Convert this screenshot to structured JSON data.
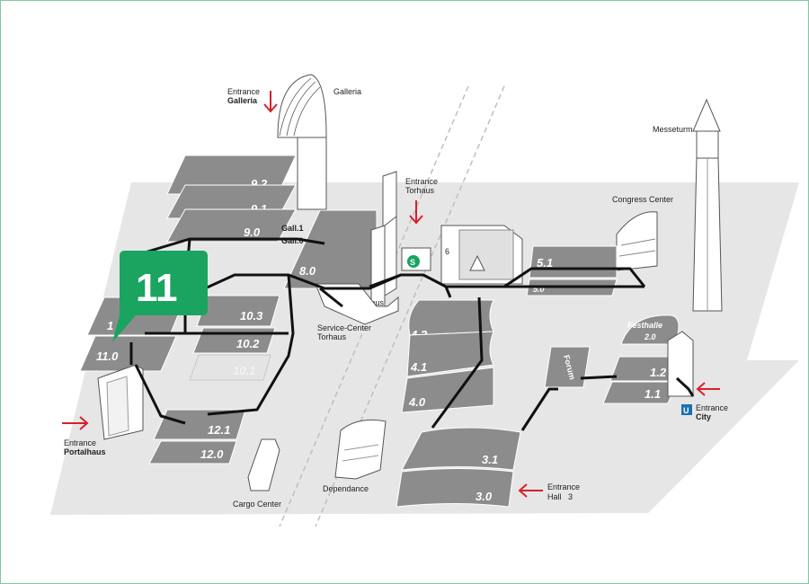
{
  "map": {
    "highlight": {
      "label": "11",
      "color": "#1aa45f"
    },
    "colors": {
      "ground": "#e6e6e6",
      "hall": "#8c8c8c",
      "hall_dark": "#6f6f6f",
      "arrow": "#d7202b",
      "walkway": "#111111",
      "ubahn": "#1a6fb5",
      "sbahn": "#1aa45f"
    },
    "halls": [
      {
        "id": "9.2",
        "label": "9.2"
      },
      {
        "id": "9.1",
        "label": "9.1"
      },
      {
        "id": "9.0",
        "label": "9.0"
      },
      {
        "id": "8.0",
        "label": "8.0"
      },
      {
        "id": "10.3",
        "label": "10.3"
      },
      {
        "id": "10.2",
        "label": "10.2"
      },
      {
        "id": "10.1",
        "label": "10.1"
      },
      {
        "id": "11.1",
        "label": "1"
      },
      {
        "id": "11.0",
        "label": "11.0"
      },
      {
        "id": "12.1",
        "label": "12.1"
      },
      {
        "id": "12.0",
        "label": "12.0"
      },
      {
        "id": "4.2",
        "label": "4.2"
      },
      {
        "id": "4.1",
        "label": "4.1"
      },
      {
        "id": "4.0",
        "label": "4.0"
      },
      {
        "id": "3.1",
        "label": "3.1"
      },
      {
        "id": "3.0",
        "label": "3.0"
      },
      {
        "id": "5.1",
        "label": "5.1"
      },
      {
        "id": "5.0",
        "label": "5.0"
      },
      {
        "id": "2.0",
        "label": "2.0"
      },
      {
        "id": "1.2",
        "label": "1.2"
      },
      {
        "id": "1.1",
        "label": "1.1"
      }
    ],
    "galleria_levels": [
      "Gall.1",
      "Gall.0"
    ],
    "labels": {
      "galleria": "Galleria",
      "entrance_galleria": [
        "Entrance",
        "Galleria"
      ],
      "entrance_torhaus": [
        "Entrance",
        "Torhaus"
      ],
      "entrance_portalhaus": [
        "Entrance",
        "Portalhaus"
      ],
      "entrance_city": [
        "Entrance",
        "City"
      ],
      "entrance_hall3": [
        "Entrance",
        "Hall   3"
      ],
      "messeturm": "Messeturm",
      "congress_center": "Congress Center",
      "service_center": [
        "Service-Center",
        "Torhaus"
      ],
      "torhaus_small": "Torhaus",
      "festhalle": "Festhalle",
      "forum": "Forum",
      "cargo_center": "Cargo Center",
      "dependance": "Dependance",
      "hall6": "6",
      "sbahn": "S",
      "ubahn": "U"
    }
  }
}
